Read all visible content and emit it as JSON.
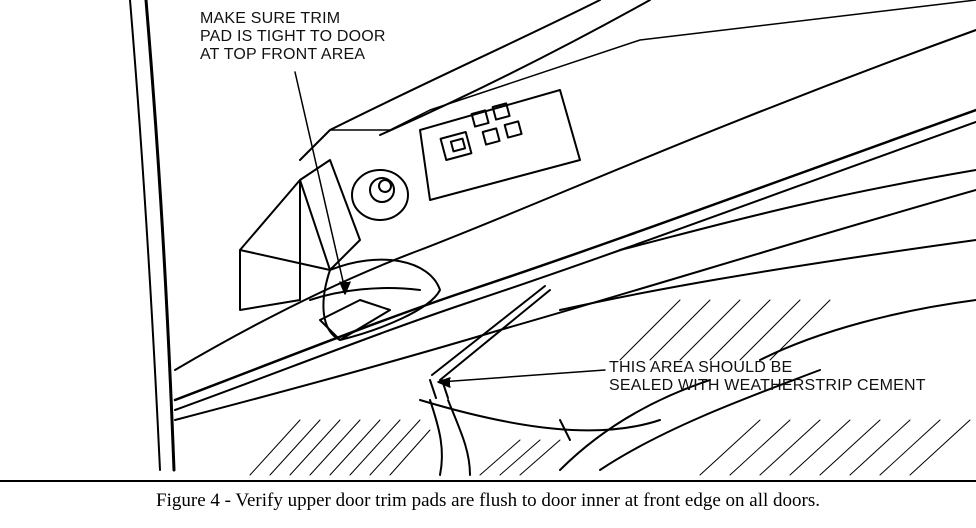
{
  "callouts": {
    "trim_pad": {
      "lines": [
        "MAKE SURE TRIM",
        "PAD IS TIGHT TO DOOR",
        "AT TOP FRONT AREA"
      ]
    },
    "weatherstrip": {
      "lines": [
        "THIS AREA SHOULD BE",
        "SEALED WITH WEATHERSTRIP CEMENT"
      ]
    }
  },
  "caption": "Figure 4 - Verify upper door trim pads are flush to door inner at front edge on all doors.",
  "colors": {
    "ink": "#000000",
    "background": "#ffffff"
  }
}
